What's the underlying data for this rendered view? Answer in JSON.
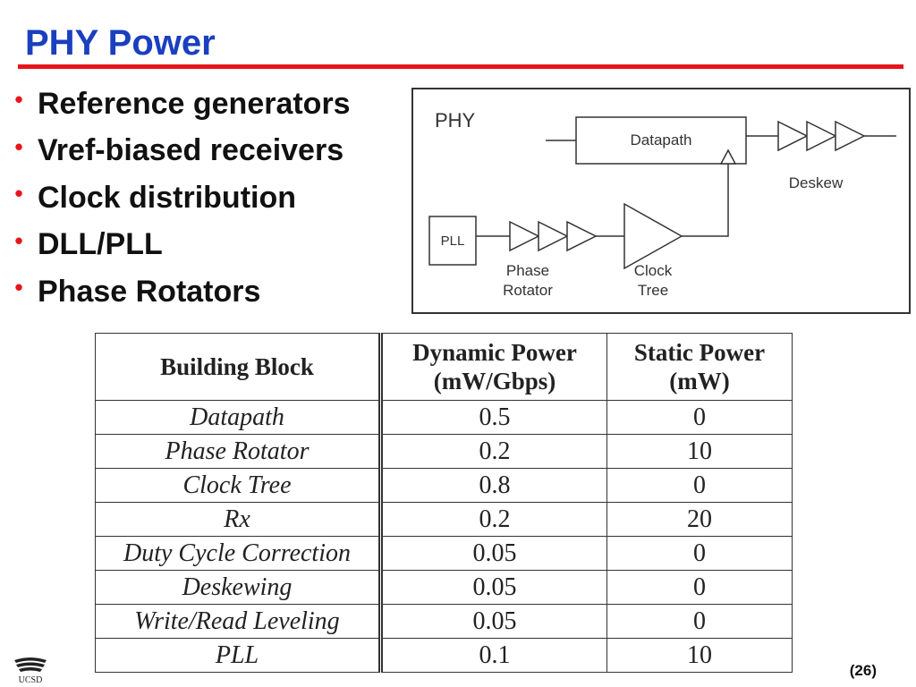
{
  "slide": {
    "title": "PHY Power",
    "page_number": "(26)",
    "logo_text": "UCSD"
  },
  "bullets": [
    {
      "text": "Reference generators"
    },
    {
      "text": "Vref-biased receivers"
    },
    {
      "text": "Clock distribution"
    },
    {
      "text": "DLL/PLL"
    },
    {
      "text": "Phase Rotators"
    }
  ],
  "diagram": {
    "phy_label": "PHY",
    "datapath_label": "Datapath",
    "deskew_label": "Deskew",
    "pll_label": "PLL",
    "phase_rotator_line1": "Phase",
    "phase_rotator_line2": "Rotator",
    "clock_tree_line1": "Clock",
    "clock_tree_line2": "Tree"
  },
  "table": {
    "headers": {
      "block": "Building Block",
      "dynamic_line1": "Dynamic Power",
      "dynamic_line2": "(mW/Gbps)",
      "static_line1": "Static Power",
      "static_line2": "(mW)"
    },
    "rows": [
      {
        "block": "Datapath",
        "dynamic": "0.5",
        "static": "0"
      },
      {
        "block": "Phase Rotator",
        "dynamic": "0.2",
        "static": "10"
      },
      {
        "block": "Clock Tree",
        "dynamic": "0.8",
        "static": "0"
      },
      {
        "block": "Rx",
        "dynamic": "0.2",
        "static": "20"
      },
      {
        "block": "Duty Cycle Correction",
        "dynamic": "0.05",
        "static": "0"
      },
      {
        "block": "Deskewing",
        "dynamic": "0.05",
        "static": "0"
      },
      {
        "block": "Write/Read Leveling",
        "dynamic": "0.05",
        "static": "0"
      },
      {
        "block": "PLL",
        "dynamic": "0.1",
        "static": "10"
      }
    ]
  },
  "colors": {
    "title": "#1a3fbf",
    "accent_red": "#e8141b",
    "text": "#111111"
  }
}
